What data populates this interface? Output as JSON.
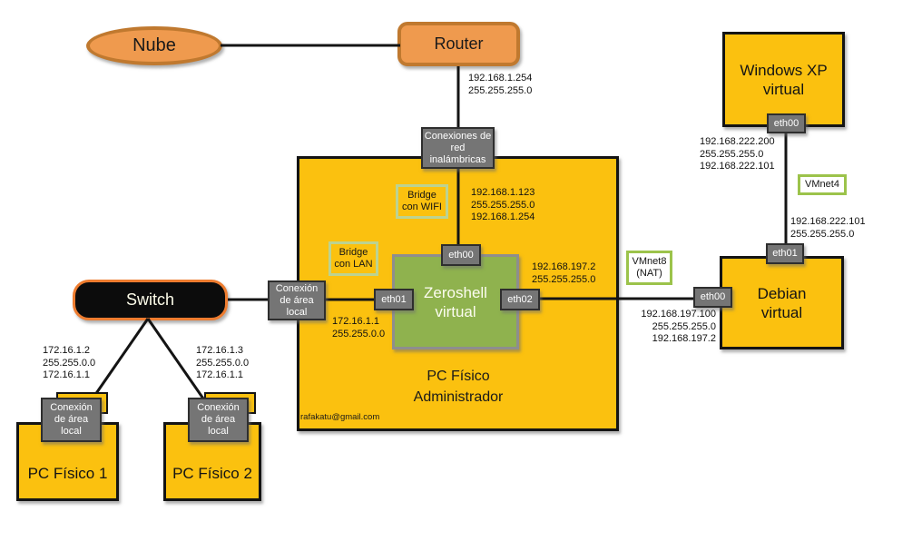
{
  "diagram": {
    "nodes": {
      "nube": "Nube",
      "router": "Router",
      "windows_xp": "Windows XP\nvirtual",
      "debian": "Debian\nvirtual",
      "zeroshell": "Zeroshell\nvirtual",
      "admin": "PC Físico\nAdministrador",
      "admin_email": "rafakatu@gmail.com",
      "switch": "Switch",
      "pc1": "PC Físico 1",
      "pc2": "PC Físico 2"
    },
    "ports": {
      "xp_eth00": "eth00",
      "debian_eth01": "eth01",
      "debian_eth00": "eth00",
      "zs_eth00": "eth00",
      "zs_eth01": "eth01",
      "zs_eth02": "eth02"
    },
    "connectors": {
      "wireless": "Conexiones de\nred\ninalámbricas",
      "lan_admin": "Conexión\nde área\nlocal",
      "lan_pc1": "Conexión\nde área\nlocal",
      "lan_pc2": "Conexión\nde área\nlocal"
    },
    "tags": {
      "bridge_wifi": "Bridge\ncon WIFI",
      "bridge_lan": "Bridge\ncon LAN",
      "vmnet4": "VMnet4",
      "vmnet8": "VMnet8\n(NAT)"
    },
    "ips": {
      "router_wan": "192.168.1.254\n255.255.255.0",
      "admin_wifi": "192.168.1.123\n255.255.255.0\n192.168.1.254",
      "xp_eth00": "192.168.222.200\n255.255.255.0\n192.168.222.101",
      "debian_eth01": "192.168.222.101\n255.255.255.0",
      "zs_eth02": "192.168.197.2\n255.255.255.0",
      "debian_eth00": "192.168.197.100\n255.255.255.0\n192.168.197.2",
      "zs_eth01": "172.16.1.1\n255.255.0.0",
      "pc1": "172.16.1.2\n255.255.0.0\n172.16.1.1",
      "pc2": "172.16.1.3\n255.255.0.0\n172.16.1.1"
    },
    "colors": {
      "node_yellow": "#FBC10F",
      "node_orange": "#EF9A4E",
      "orange_border": "#C0792F",
      "switch_border": "#EE7C2F",
      "zeroshell_green": "#8FB24E",
      "tab_gray": "#757575",
      "vmnet_border_green": "#9CC34B",
      "bridge_border_green": "#BCD392",
      "line_black": "#141414"
    }
  }
}
